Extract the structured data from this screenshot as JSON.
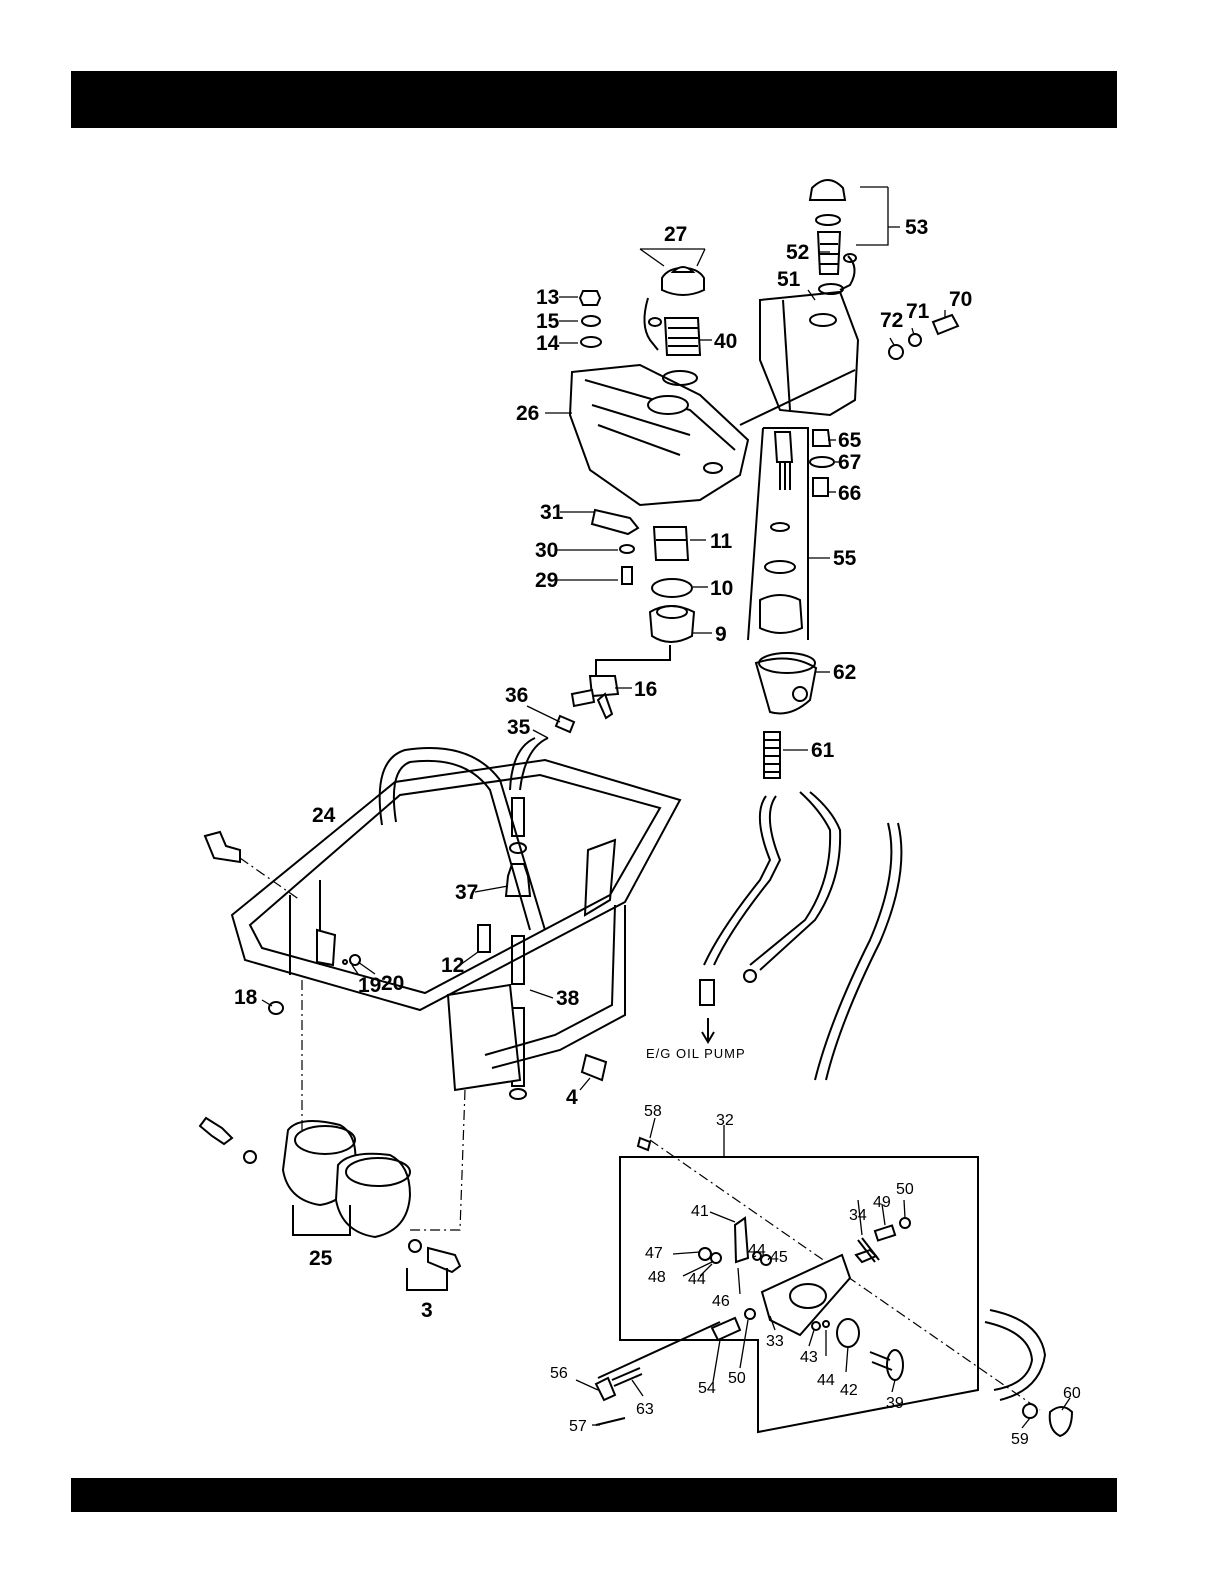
{
  "labels": {
    "l3": "3",
    "l4": "4",
    "l9": "9",
    "l10": "10",
    "l11": "11",
    "l12": "12",
    "l13": "13",
    "l14": "14",
    "l15": "15",
    "l16": "16",
    "l18": "18",
    "l19": "19",
    "l20": "20",
    "l24": "24",
    "l25": "25",
    "l26": "26",
    "l27": "27",
    "l29": "29",
    "l30": "30",
    "l31": "31",
    "l32": "32",
    "l33": "33",
    "l34": "34",
    "l35": "35",
    "l36": "36",
    "l37": "37",
    "l38": "38",
    "l39": "39",
    "l40": "40",
    "l41": "41",
    "l42": "42",
    "l43": "43",
    "l44a": "44",
    "l44b": "44",
    "l44c": "44",
    "l45": "45",
    "l46": "46",
    "l47": "47",
    "l48": "48",
    "l49": "49",
    "l50a": "50",
    "l50b": "50",
    "l51": "51",
    "l52": "52",
    "l53": "53",
    "l54": "54",
    "l55": "55",
    "l56": "56",
    "l57": "57",
    "l58": "58",
    "l59": "59",
    "l60": "60",
    "l61": "61",
    "l62": "62",
    "l63": "63",
    "l65": "65",
    "l66": "66",
    "l67": "67",
    "l70": "70",
    "l71": "71",
    "l72": "72"
  },
  "annotation": {
    "pump_label": "E/G OIL PUMP"
  },
  "colors": {
    "ink": "#000000",
    "paper": "#ffffff"
  }
}
